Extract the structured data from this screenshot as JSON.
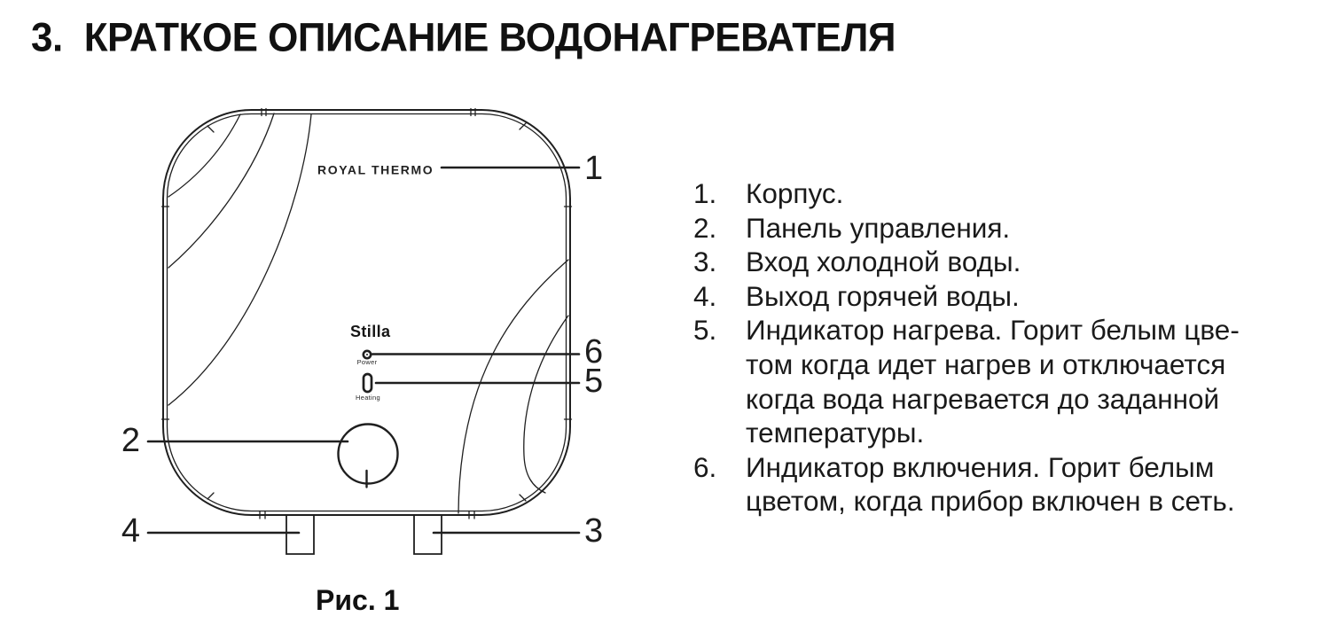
{
  "heading": {
    "number": "3.",
    "text": "КРАТКОЕ ОПИСАНИЕ ВОДОНАГРЕВАТЕЛЯ"
  },
  "figure": {
    "brand": "ROYAL THERMO",
    "model": "Stilla",
    "power_label": "Power",
    "heating_label": "Heating",
    "caption": "Рис. 1",
    "line_color": "#1f1f1f",
    "callouts": {
      "c1": "1",
      "c2": "2",
      "c3": "3",
      "c4": "4",
      "c5": "5",
      "c6": "6"
    }
  },
  "parts_list": {
    "items": [
      {
        "num": "1.",
        "text": "Корпус."
      },
      {
        "num": "2.",
        "text": "Панель управления."
      },
      {
        "num": "3.",
        "text": "Вход холодной воды."
      },
      {
        "num": "4.",
        "text": "Выход горячей воды."
      },
      {
        "num": "5.",
        "text": "Индикатор нагрева. Горит белым цве-\nтом когда идет нагрев и отключается\nкогда вода нагревается до заданной\nтемпературы."
      },
      {
        "num": "6.",
        "text": "Индикатор включения. Горит белым\nцветом, когда прибор включен в сеть."
      }
    ]
  }
}
